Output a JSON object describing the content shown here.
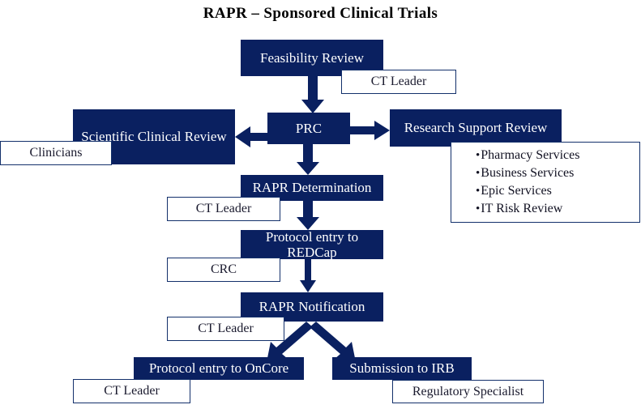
{
  "page": {
    "title": "RAPR – Sponsored  Clinical  Trials",
    "accent_navy": "#0A2060",
    "border_navy": "#13306B",
    "background": "#ffffff"
  },
  "nodes": {
    "feasibility_review": "Feasibility  Review",
    "prc": "PRC",
    "scientific_clinical_review": "Scientific  Clinical Review",
    "research_support_review": "Research Support Review",
    "rapr_determination": "RAPR Determination",
    "protocol_entry_redcap": "Protocol entry to REDCap",
    "rapr_notification": "RAPR Notification",
    "protocol_entry_oncore": "Protocol entry to OnCore",
    "submission_to_irb": "Submission to IRB"
  },
  "roles": {
    "feasibility_role": "CT Leader",
    "clinicians_role": "Clinicians",
    "determination_role": "CT Leader",
    "redcap_role": "CRC",
    "notification_role": "CT Leader",
    "oncore_role": "CT Leader",
    "irb_role": "Regulatory Specialist"
  },
  "support_services": {
    "bullet": "•",
    "items": [
      "Pharmacy Services",
      "Business Services",
      "Epic Services",
      "IT Risk Review"
    ]
  }
}
